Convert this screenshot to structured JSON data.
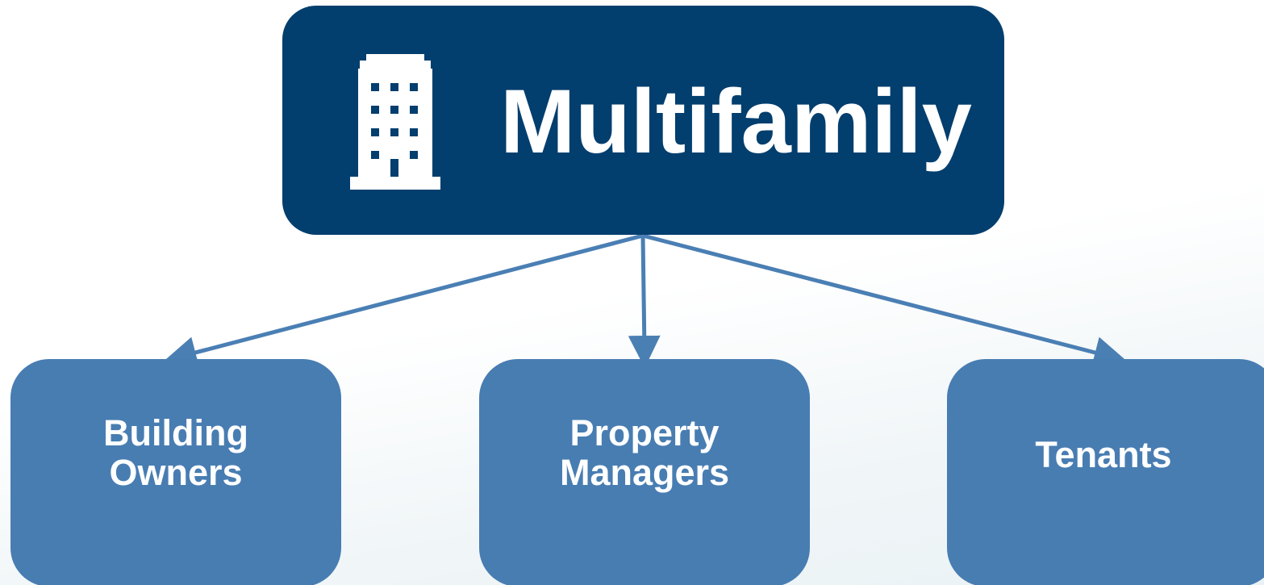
{
  "diagram": {
    "root": {
      "label": "Multifamily",
      "icon": "building-icon"
    },
    "children": [
      {
        "label_line1": "Building",
        "label_line2": "Owners"
      },
      {
        "label_line1": "Property",
        "label_line2": "Managers"
      },
      {
        "label_line1": "Tenants",
        "label_line2": ""
      }
    ]
  },
  "colors": {
    "root_fill": "#023e6e",
    "child_fill": "#487db2",
    "connector": "#4a7fb4",
    "text": "#ffffff"
  }
}
